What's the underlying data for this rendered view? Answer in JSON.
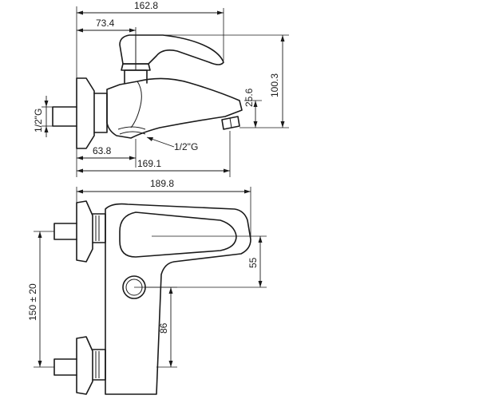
{
  "dimensions": {
    "side_total_length": "162.8",
    "side_lever_offset": "73.4",
    "side_height": "100.3",
    "side_spout_height": "25.6",
    "side_inlet_thread": "1/2\"G",
    "side_outlet_thread": "1/2\"G",
    "side_body_depth": "63.8",
    "side_spout_reach": "169.1",
    "front_width": "189.8",
    "front_lever_drop": "55",
    "front_inlet_spacing": "150 ± 20",
    "front_outlet_drop": "86"
  }
}
